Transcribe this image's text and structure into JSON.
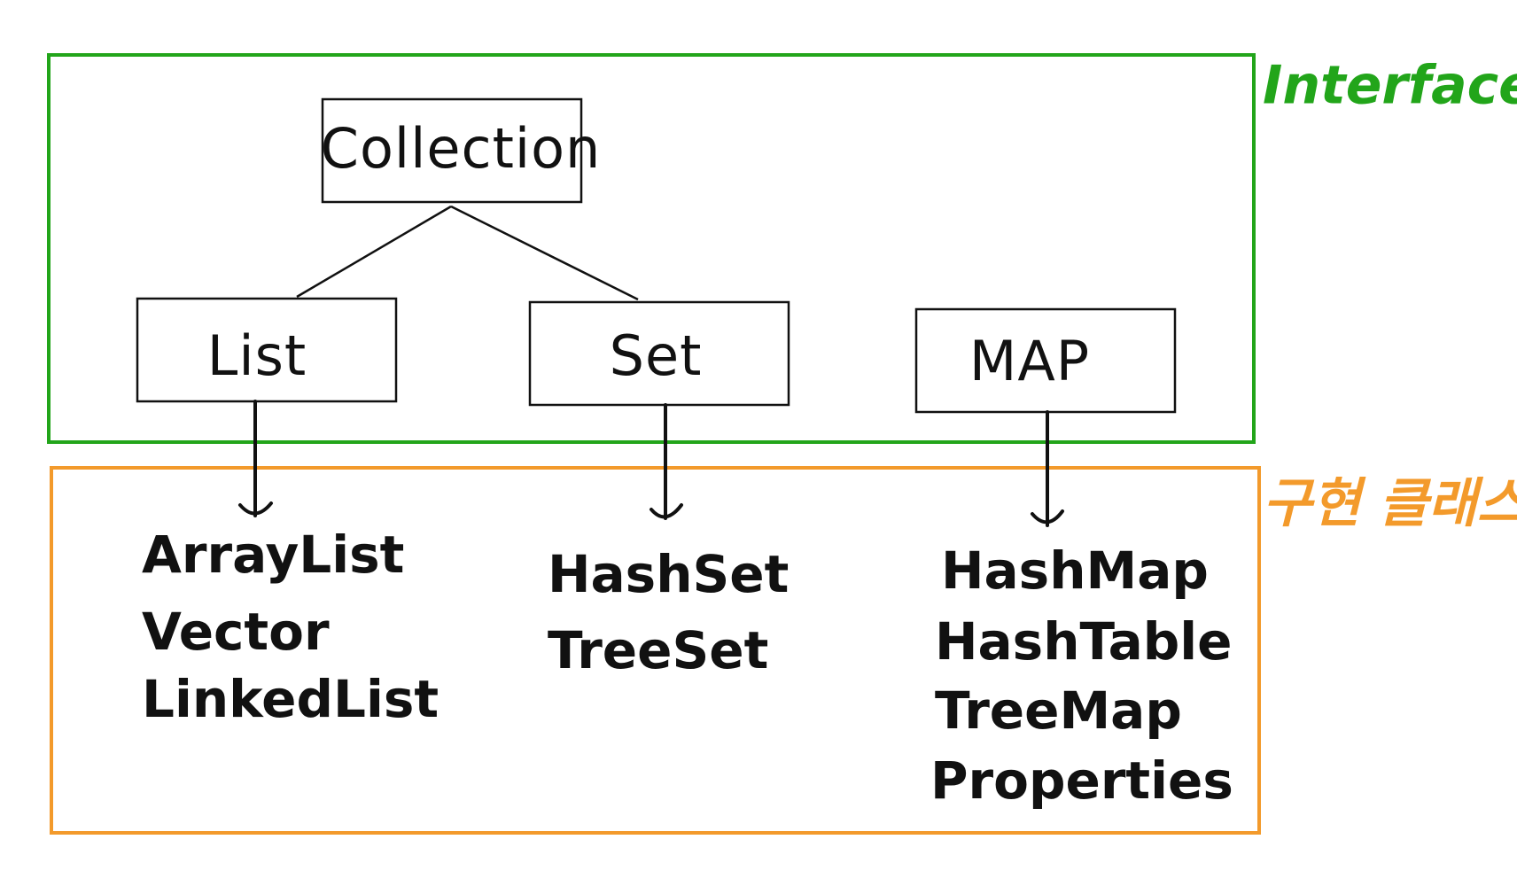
{
  "colors": {
    "interface": "#22a51a",
    "implementation": "#f39a2b",
    "ink": "#111111"
  },
  "groups": {
    "interface_label": "Interface",
    "implementation_label": "구현 클래스"
  },
  "nodes": {
    "collection": "Collection",
    "list": "List",
    "set": "Set",
    "map": "MAP"
  },
  "implementations": {
    "list": [
      "ArrayList",
      "Vector",
      "LinkedList"
    ],
    "set": [
      "HashSet",
      "TreeSet"
    ],
    "map": [
      "HashMap",
      "HashTable",
      "TreeMap",
      "Properties"
    ]
  }
}
